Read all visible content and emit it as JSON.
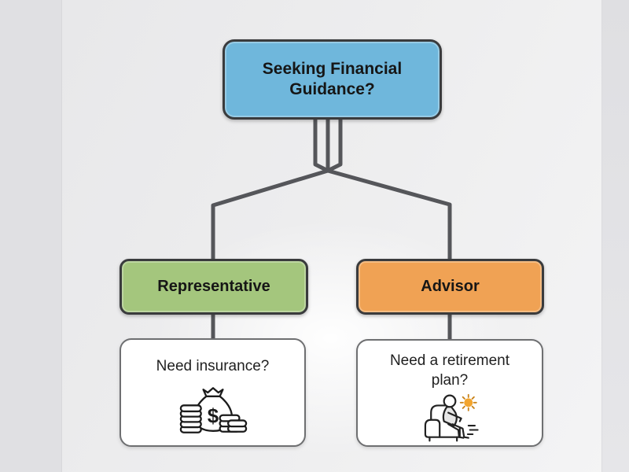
{
  "page": {
    "background_left_strip": "#e0e0e3",
    "background_main": "#ededef",
    "background_right_strip": "#e2e2e5"
  },
  "flowchart": {
    "connector_color": "#55565a",
    "root": {
      "label": "Seeking Financial Guidance?",
      "fill": "#6fb7dc",
      "border": "#3a3b3d"
    },
    "branches": [
      {
        "label": "Representative",
        "fill": "#a4c67d",
        "border": "#3a3b3d",
        "question": "Need insurance?",
        "icon": "money-bag-icon"
      },
      {
        "label": "Advisor",
        "fill": "#f0a254",
        "border": "#3a3b3d",
        "question": "Need a retirement plan?",
        "icon": "retired-person-sun-icon"
      }
    ]
  },
  "icons": {
    "money_bag": {
      "dollar_sign": "$",
      "line_color": "#1b1b1b"
    },
    "retirement": {
      "sun_color": "#f3a52e",
      "line_color": "#222222"
    }
  }
}
